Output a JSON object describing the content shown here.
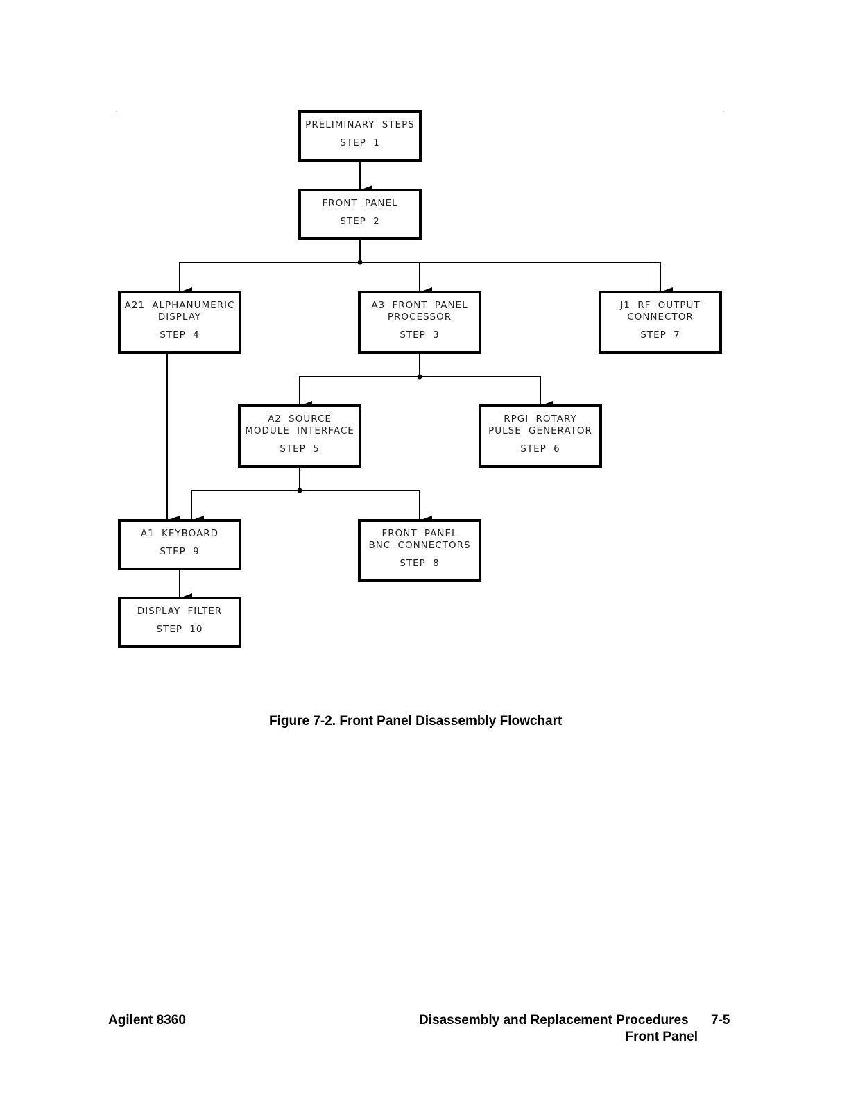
{
  "nodes": [
    {
      "id": "n1",
      "lines": [
        "PRELIMINARY  STEPS"
      ],
      "step": "STEP  1"
    },
    {
      "id": "n2",
      "lines": [
        "FRONT  PANEL"
      ],
      "step": "STEP  2"
    },
    {
      "id": "n4",
      "lines": [
        "A21  ALPHANUMERIC",
        "DISPLAY"
      ],
      "step": "STEP  4"
    },
    {
      "id": "n3",
      "lines": [
        "A3  FRONT  PANEL",
        "PROCESSOR"
      ],
      "step": "STEP  3"
    },
    {
      "id": "n7",
      "lines": [
        "J1  RF  OUTPUT",
        "CONNECTOR"
      ],
      "step": "STEP  7"
    },
    {
      "id": "n5",
      "lines": [
        "A2  SOURCE",
        "MODULE  INTERFACE"
      ],
      "step": "STEP  5"
    },
    {
      "id": "n6",
      "lines": [
        "RPGI  ROTARY",
        "PULSE  GENERATOR"
      ],
      "step": "STEP  6"
    },
    {
      "id": "n9",
      "lines": [
        "A1  KEYBOARD"
      ],
      "step": "STEP  9"
    },
    {
      "id": "n8",
      "lines": [
        "FRONT  PANEL",
        "BNC  CONNECTORS"
      ],
      "step": "STEP  8"
    },
    {
      "id": "n10",
      "lines": [
        "DISPLAY  FILTER"
      ],
      "step": "STEP  10"
    }
  ],
  "edges": [
    {
      "from": "n1",
      "to": "n2"
    },
    {
      "from": "n2",
      "to": "n4"
    },
    {
      "from": "n2",
      "to": "n3"
    },
    {
      "from": "n2",
      "to": "n7"
    },
    {
      "from": "n3",
      "to": "n5"
    },
    {
      "from": "n3",
      "to": "n6"
    },
    {
      "from": "n4",
      "to": "n9"
    },
    {
      "from": "n5",
      "to": "n9"
    },
    {
      "from": "n5",
      "to": "n8"
    },
    {
      "from": "n9",
      "to": "n10"
    }
  ],
  "caption": "Figure 7-2. Front Panel Disassembly Flowchart",
  "footer": {
    "left": "Agilent 8360",
    "center": "Disassembly and Replacement Procedures",
    "page": "7-5",
    "section": "Front Panel"
  }
}
